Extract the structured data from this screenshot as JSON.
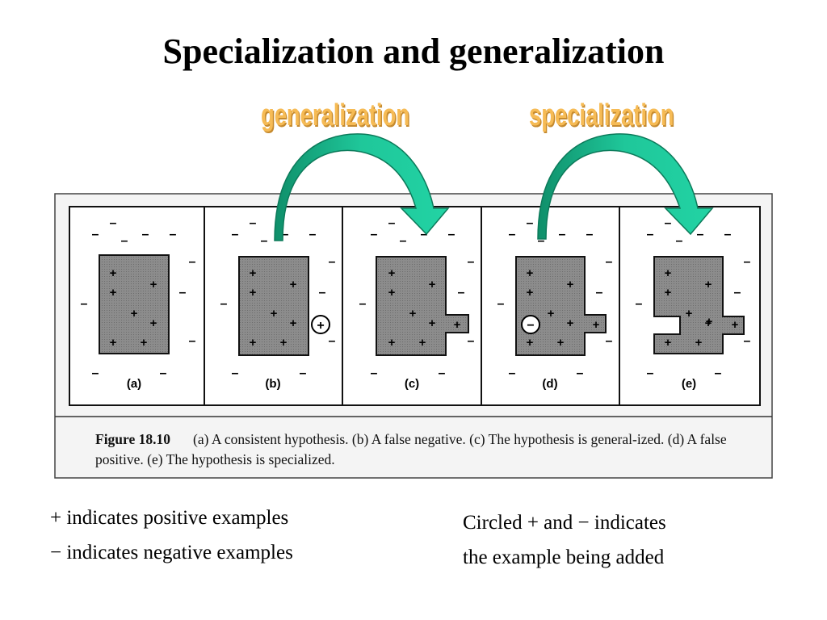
{
  "title": "Specialization and generalization",
  "arrows": {
    "generalization_label": "generalization",
    "specialization_label": "specialization",
    "color": "#1fc79a"
  },
  "figure": {
    "panels": [
      {
        "label": "(a)",
        "circled": null
      },
      {
        "label": "(b)",
        "circled": "+"
      },
      {
        "label": "(c)",
        "circled": null
      },
      {
        "label": "(d)",
        "circled": "−"
      },
      {
        "label": "(e)",
        "circled": null
      }
    ],
    "caption_number": "Figure 18.10",
    "caption_text": "(a) A consistent hypothesis. (b) A false negative. (c) The hypothesis is general-ized. (d) A false positive. (e) The hypothesis is specialized.",
    "region_color": "#8c8c8c"
  },
  "notes": {
    "left": [
      "+ indicates positive examples",
      "− indicates negative examples"
    ],
    "right": [
      "Circled + and − indicates",
      "the example being added"
    ]
  }
}
